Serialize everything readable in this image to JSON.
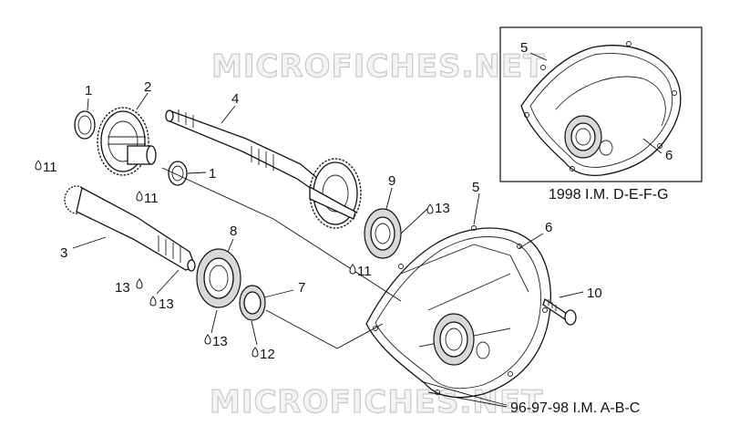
{
  "watermark": "MICROFICHES.NET",
  "callouts": {
    "c1a": "1",
    "c1b": "1",
    "c2": "2",
    "c3": "3",
    "c4": "4",
    "c5a": "5",
    "c5b": "5",
    "c6a": "6",
    "c6b": "6",
    "c7": "7",
    "c8": "8",
    "c9": "9",
    "c10": "10",
    "c11a": "11",
    "c11b": "11",
    "c11c": "11",
    "c12": "12",
    "c13a": "13",
    "c13b": "13",
    "c13c": "13",
    "c13d": "13"
  },
  "captions": {
    "inset": "1998  I.M. D-E-F-G",
    "main": "96-97-98  I.M. A-B-C"
  },
  "colors": {
    "line": "#111111",
    "watermark_stroke": "#c8c8c8"
  }
}
